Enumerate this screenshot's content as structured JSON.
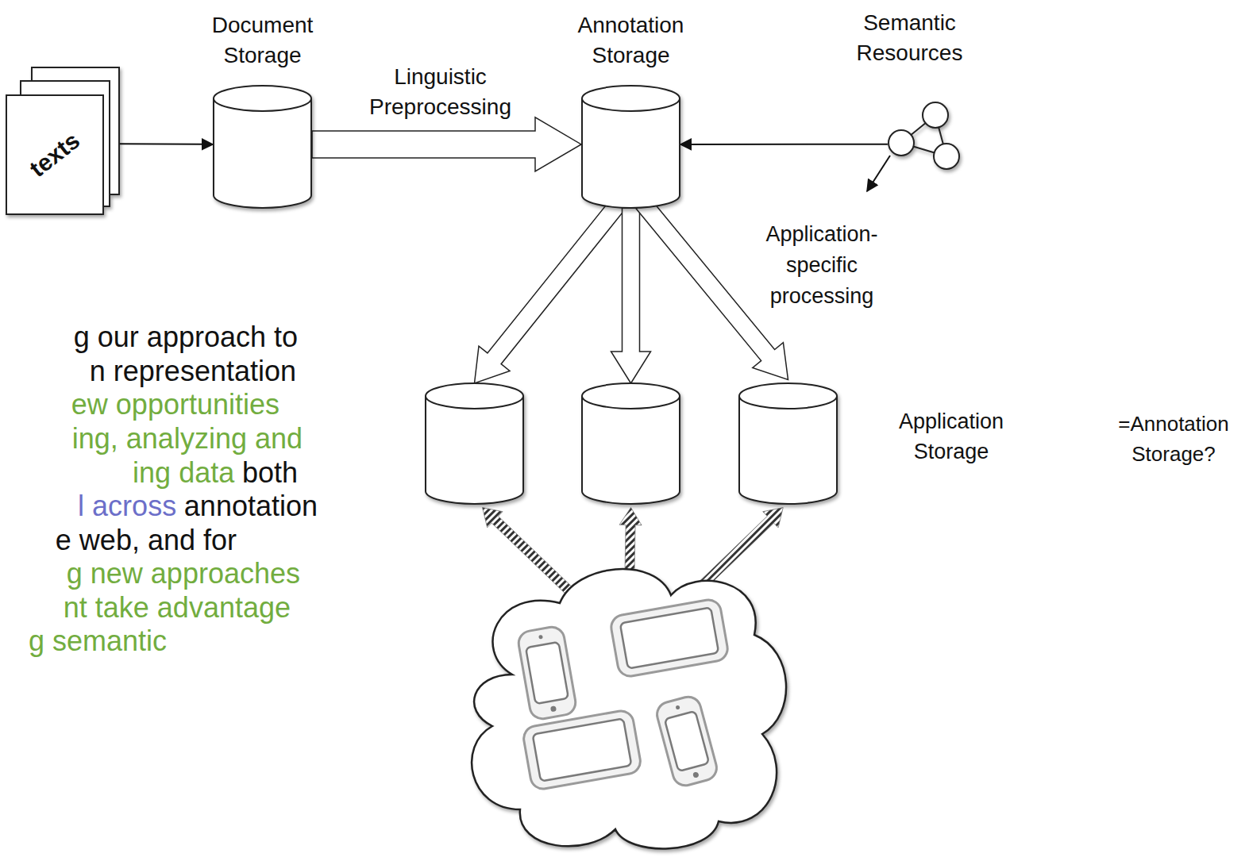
{
  "diagram": {
    "nodes": [
      {
        "text": [
          "texts"
        ]
      },
      {
        "text": [
          "Document Storage"
        ]
      },
      {
        "text": [
          "Annotation Storage"
        ]
      },
      {
        "text": [
          "Semantic Resources"
        ]
      },
      {
        "text": []
      },
      {
        "text": []
      },
      {
        "text": [
          "Application Storage"
        ]
      },
      {
        "text": []
      }
    ],
    "edges": [
      {
        "from": 0,
        "to": 1,
        "arrow": "to"
      },
      {
        "from": 1,
        "to": 2,
        "label": "Linguistic Preprocessing",
        "arrow": "to"
      },
      {
        "from": 3,
        "to": 2,
        "arrow": "to"
      },
      {
        "from": 2,
        "to": 4,
        "arrow": "to"
      },
      {
        "from": 2,
        "to": 5,
        "arrow": "to"
      },
      {
        "from": 2,
        "to": 6,
        "arrow": "to"
      },
      {
        "from": 7,
        "to": 4,
        "arrow": "to"
      },
      {
        "from": 7,
        "to": 5,
        "arrow": "to"
      },
      {
        "from": 7,
        "to": 6,
        "arrow": "to"
      }
    ],
    "labels": [
      "Application-specific processing",
      "=Annotation Storage?",
      "g our approach to",
      "n representation",
      "ew opportunities",
      "ing, analyzing and",
      "ing data",
      "both",
      "l across",
      "annotation",
      "e web, and for",
      "g new approaches",
      "nt take advantage",
      "g semantic"
    ]
  }
}
